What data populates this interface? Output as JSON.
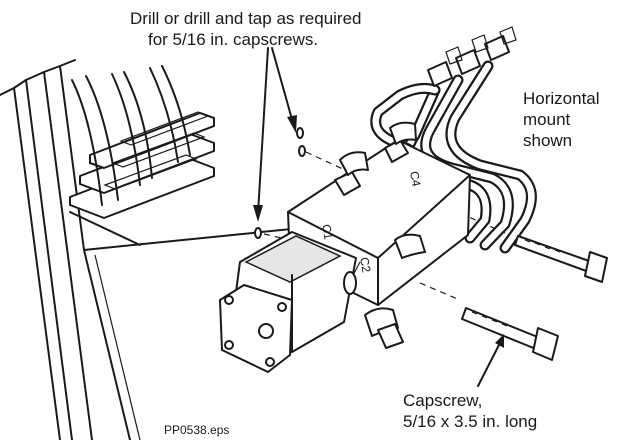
{
  "labels": {
    "drill_note": [
      "Drill or drill and tap as required",
      "for 5/16 in. capscrews."
    ],
    "mount_note": [
      "Horizontal",
      "mount",
      "shown"
    ],
    "capscrew_note": [
      "Capscrew,",
      "5/16 x 3.5 in. long"
    ],
    "file_name": "PP0538.eps"
  },
  "ports": {
    "c1": "C1",
    "c2": "C2",
    "c4": "C4"
  }
}
